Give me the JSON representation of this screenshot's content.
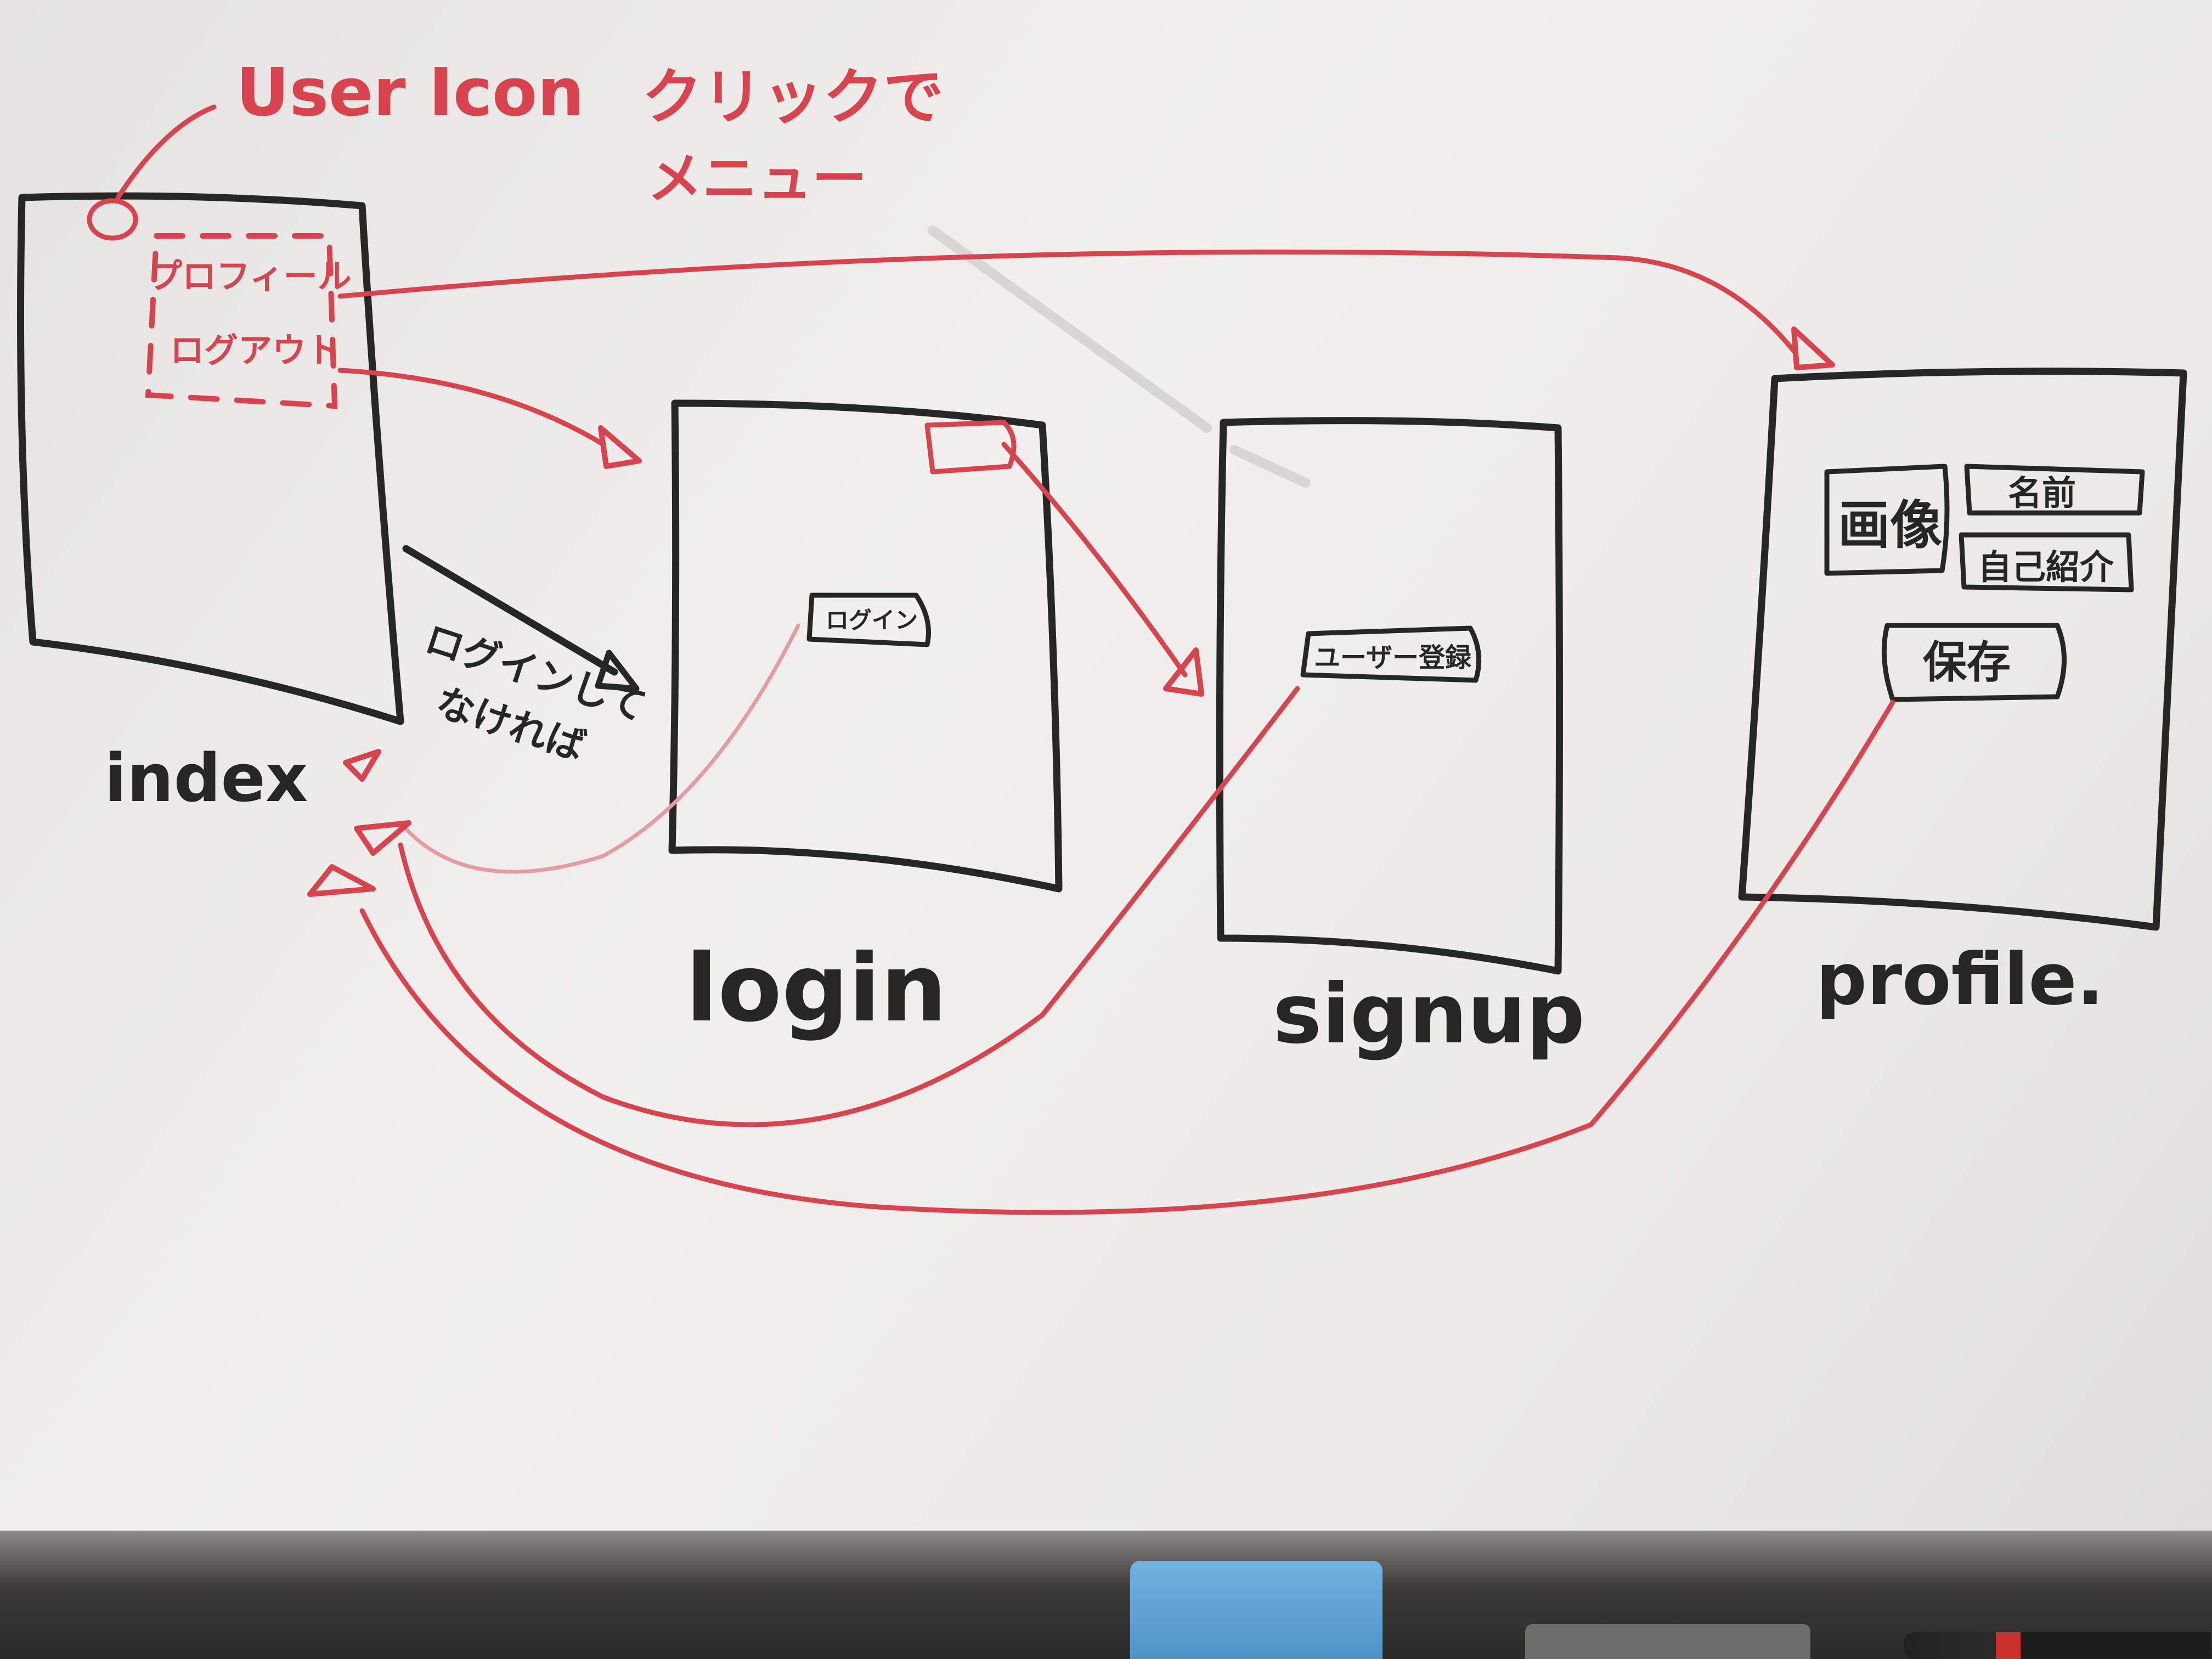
{
  "annotation": {
    "user_icon_label": "User Icon",
    "click_menu_line1": "クリックで",
    "click_menu_line2": "メニュー",
    "guard_line1": "ログインして",
    "guard_line2": "なければ"
  },
  "index_page": {
    "name": "index",
    "menu_items": [
      "プロフィール",
      "ログアウト"
    ]
  },
  "login_page": {
    "name": "login",
    "button_label": "ログイン"
  },
  "signup_page": {
    "name": "signup",
    "button_label": "ユーザー登録"
  },
  "profile_page": {
    "name": "profile.",
    "image_label": "画像",
    "name_field_label": "名前",
    "bio_field_label": "自己紹介",
    "save_button_label": "保存"
  },
  "colors": {
    "black_marker": "#262626",
    "red_marker": "#d9434d",
    "board": "#ecebe9"
  }
}
